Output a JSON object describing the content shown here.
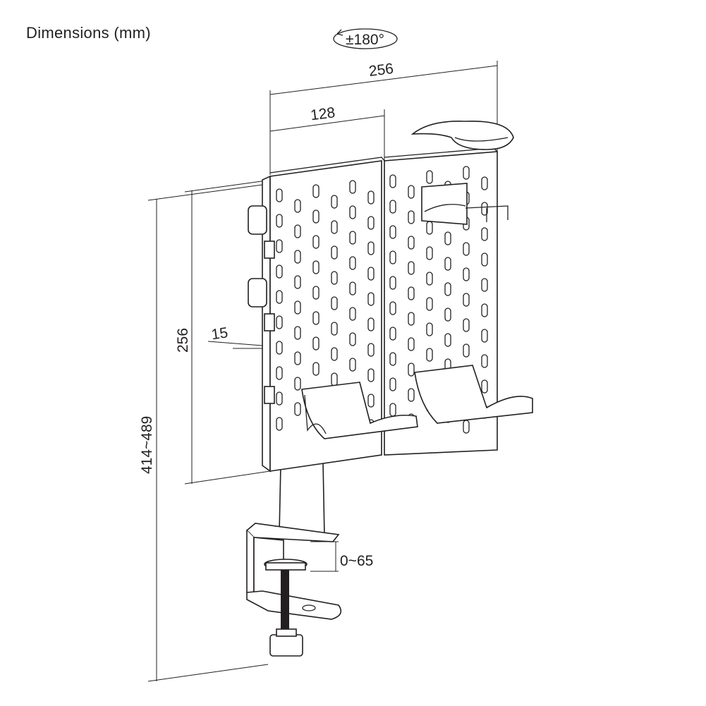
{
  "title": "Dimensions (mm)",
  "rotation_label": "±180°",
  "dimensions": {
    "total_width": "256",
    "panel_width": "128",
    "panel_height": "256",
    "offset": "15",
    "total_height": "414~489",
    "clamp_range": "0~65"
  },
  "colors": {
    "line": "#231f20",
    "background": "#ffffff"
  }
}
